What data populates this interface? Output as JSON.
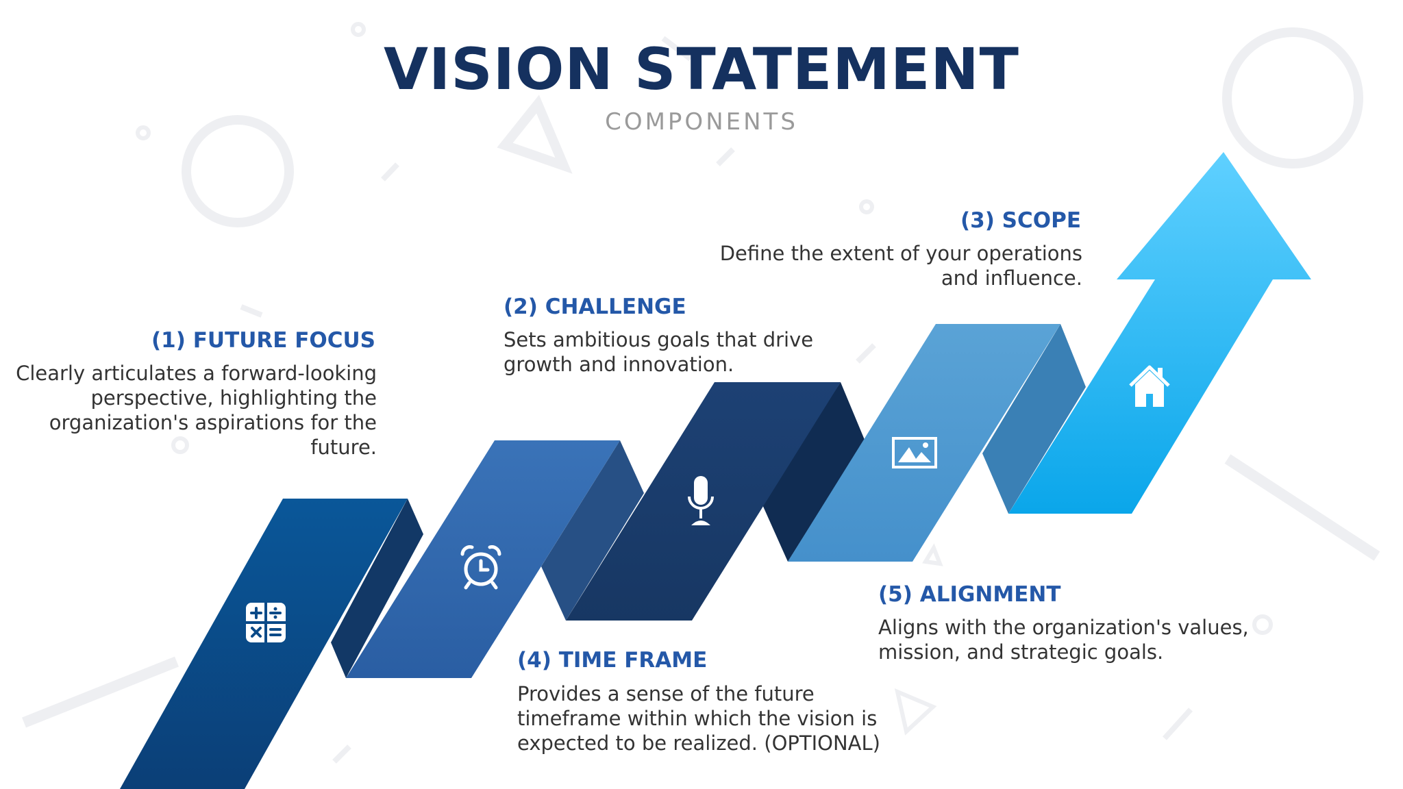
{
  "header": {
    "title": "VISION STATEMENT",
    "subtitle": "COMPONENTS"
  },
  "colors": {
    "title": "#15315f",
    "heading": "#2458a8",
    "ribbon_1": "#0a4d8c",
    "ribbon_2": "#2f67ab",
    "ribbon_3": "#1a3c6e",
    "ribbon_4": "#4d99d1",
    "arrow": "#19b4f0"
  },
  "steps": [
    {
      "heading": "(1) FUTURE FOCUS",
      "lines": [
        "Clearly articulates a forward-looking",
        "perspective, highlighting the",
        "organization's aspirations for the",
        "future."
      ],
      "icon": "calculator-icon"
    },
    {
      "heading": "(2) CHALLENGE",
      "lines": [
        "Sets ambitious goals that drive",
        "growth and innovation."
      ],
      "icon": "alarm-clock-icon"
    },
    {
      "heading": "(3) SCOPE",
      "lines": [
        "Define the extent of your operations",
        "and influence."
      ],
      "icon": "home-icon"
    },
    {
      "heading": "(4) TIME FRAME",
      "lines": [
        "Provides a sense of the future",
        "timeframe within which the vision is",
        "expected to be realized. (OPTIONAL)"
      ],
      "icon": "microphone-icon"
    },
    {
      "heading": "(5) ALIGNMENT",
      "lines": [
        "Aligns with the organization's values,",
        "mission, and strategic goals."
      ],
      "icon": "image-icon"
    }
  ]
}
